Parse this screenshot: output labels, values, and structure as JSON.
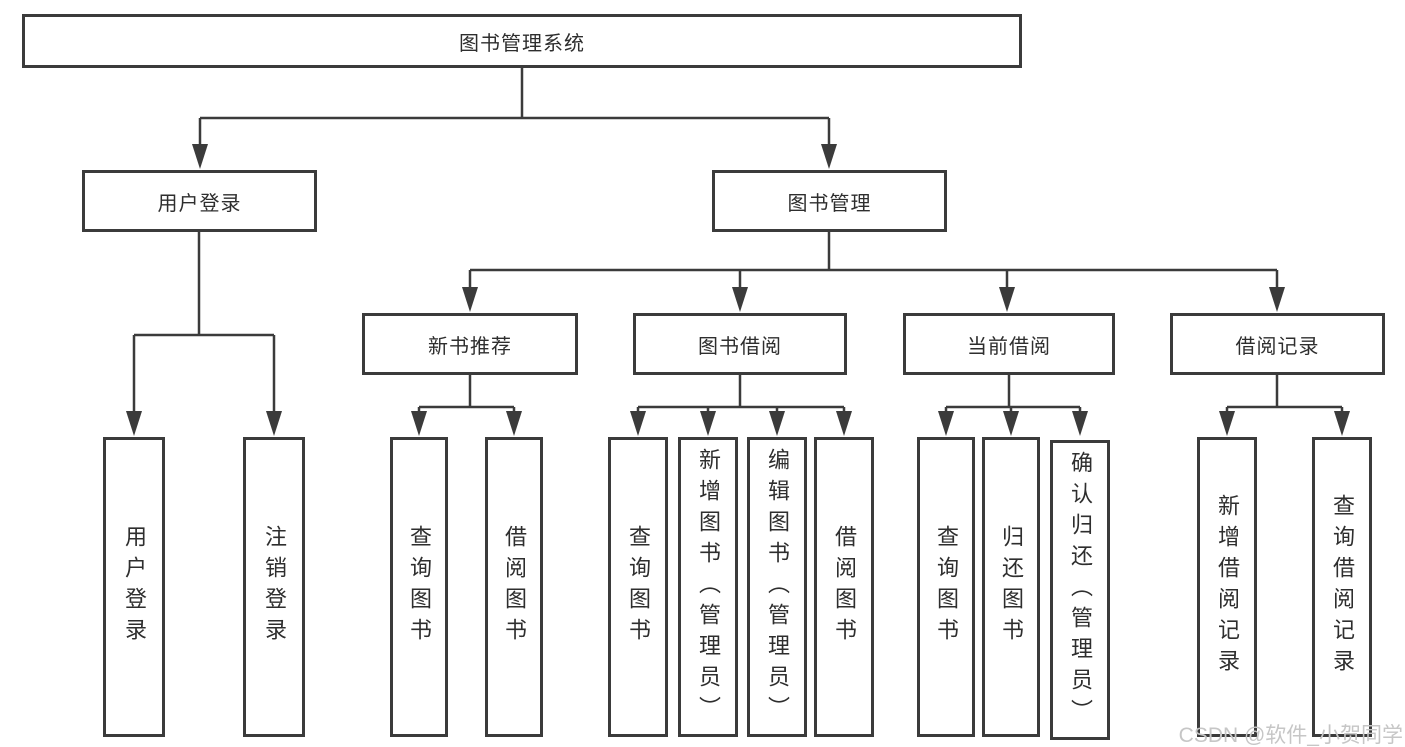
{
  "title": "图书管理系统",
  "nodes": {
    "root": "图书管理系统",
    "user_login": "用户登录",
    "book_management": "图书管理",
    "new_book_recommend": "新书推荐",
    "book_borrowing": "图书借阅",
    "current_borrowing": "当前借阅",
    "borrowing_records": "借阅记录",
    "leaf_user_login": "用户登录",
    "leaf_logout": "注销登录",
    "rec_query_books": "查询图书",
    "rec_borrow_books": "借阅图书",
    "bor_query_books": "查询图书",
    "bor_add_books": "新增图书（管理员）",
    "bor_edit_books": "编辑图书（管理员）",
    "bor_borrow_books": "借阅图书",
    "cur_query_books": "查询图书",
    "cur_return_books": "归还图书",
    "cur_confirm_return": "确认归还（管理员）",
    "recd_add_record": "新增借阅记录",
    "recd_query_record": "查询借阅记录"
  },
  "watermark": "CSDN @软件_小贺同学",
  "colors": {
    "line": "#3b3b3b",
    "text": "#2e2e2e",
    "background": "#ffffff",
    "watermark": "#c6c6c6"
  }
}
